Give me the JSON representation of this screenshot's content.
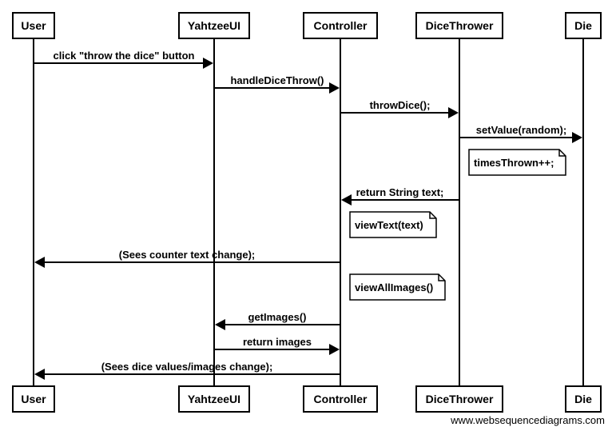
{
  "participants": [
    {
      "id": "user",
      "label": "User"
    },
    {
      "id": "ui",
      "label": "YahtzeeUI"
    },
    {
      "id": "controller",
      "label": "Controller"
    },
    {
      "id": "thrower",
      "label": "DiceThrower"
    },
    {
      "id": "die",
      "label": "Die"
    }
  ],
  "messages": [
    {
      "from": "user",
      "to": "ui",
      "label": "click \"throw the dice\" button"
    },
    {
      "from": "ui",
      "to": "controller",
      "label": "handleDiceThrow()"
    },
    {
      "from": "controller",
      "to": "thrower",
      "label": "throwDice();"
    },
    {
      "from": "thrower",
      "to": "die",
      "label": "setValue(random);"
    },
    {
      "from": "thrower",
      "to": "controller",
      "label": "return String text;"
    },
    {
      "from": "controller",
      "to": "user",
      "label": "(Sees counter text change);"
    },
    {
      "from": "controller",
      "to": "ui",
      "label": "getImages()"
    },
    {
      "from": "ui",
      "to": "controller",
      "label": "return images"
    },
    {
      "from": "controller",
      "to": "user",
      "label": "(Sees dice values/images change);"
    }
  ],
  "notes": [
    {
      "on": "thrower",
      "label": "timesThrown++;"
    },
    {
      "on": "controller",
      "label": "viewText(text)"
    },
    {
      "on": "controller",
      "label": "viewAllImages()"
    }
  ],
  "watermark": "www.websequencediagrams.com"
}
